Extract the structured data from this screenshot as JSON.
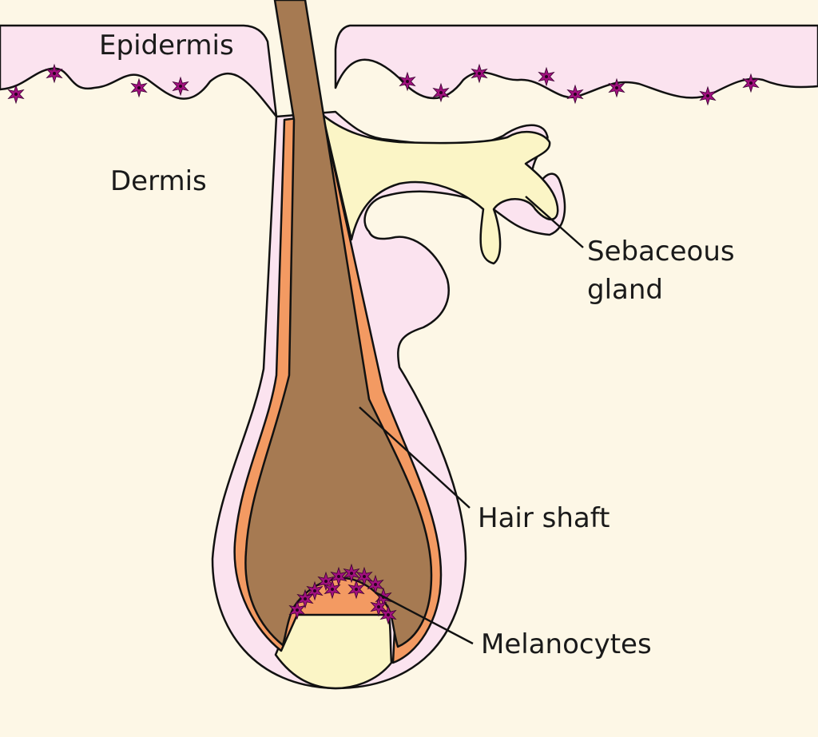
{
  "labels": {
    "epidermis": "Epidermis",
    "dermis": "Dermis",
    "sebaceous_line1": "Sebaceous",
    "sebaceous_line2": "gland",
    "hair_shaft": "Hair shaft",
    "melanocytes": "Melanocytes"
  },
  "colors": {
    "dermis": "#fdf7e6",
    "epidermis": "#fbe3ef",
    "hair_shaft": "#a67a52",
    "inner_root_sheath": "#f39a62",
    "sebaceous_gland": "#fbf5c6",
    "dermal_papilla": "#fbf5c6",
    "melanocyte": "#a1107f",
    "outline": "#111111"
  }
}
